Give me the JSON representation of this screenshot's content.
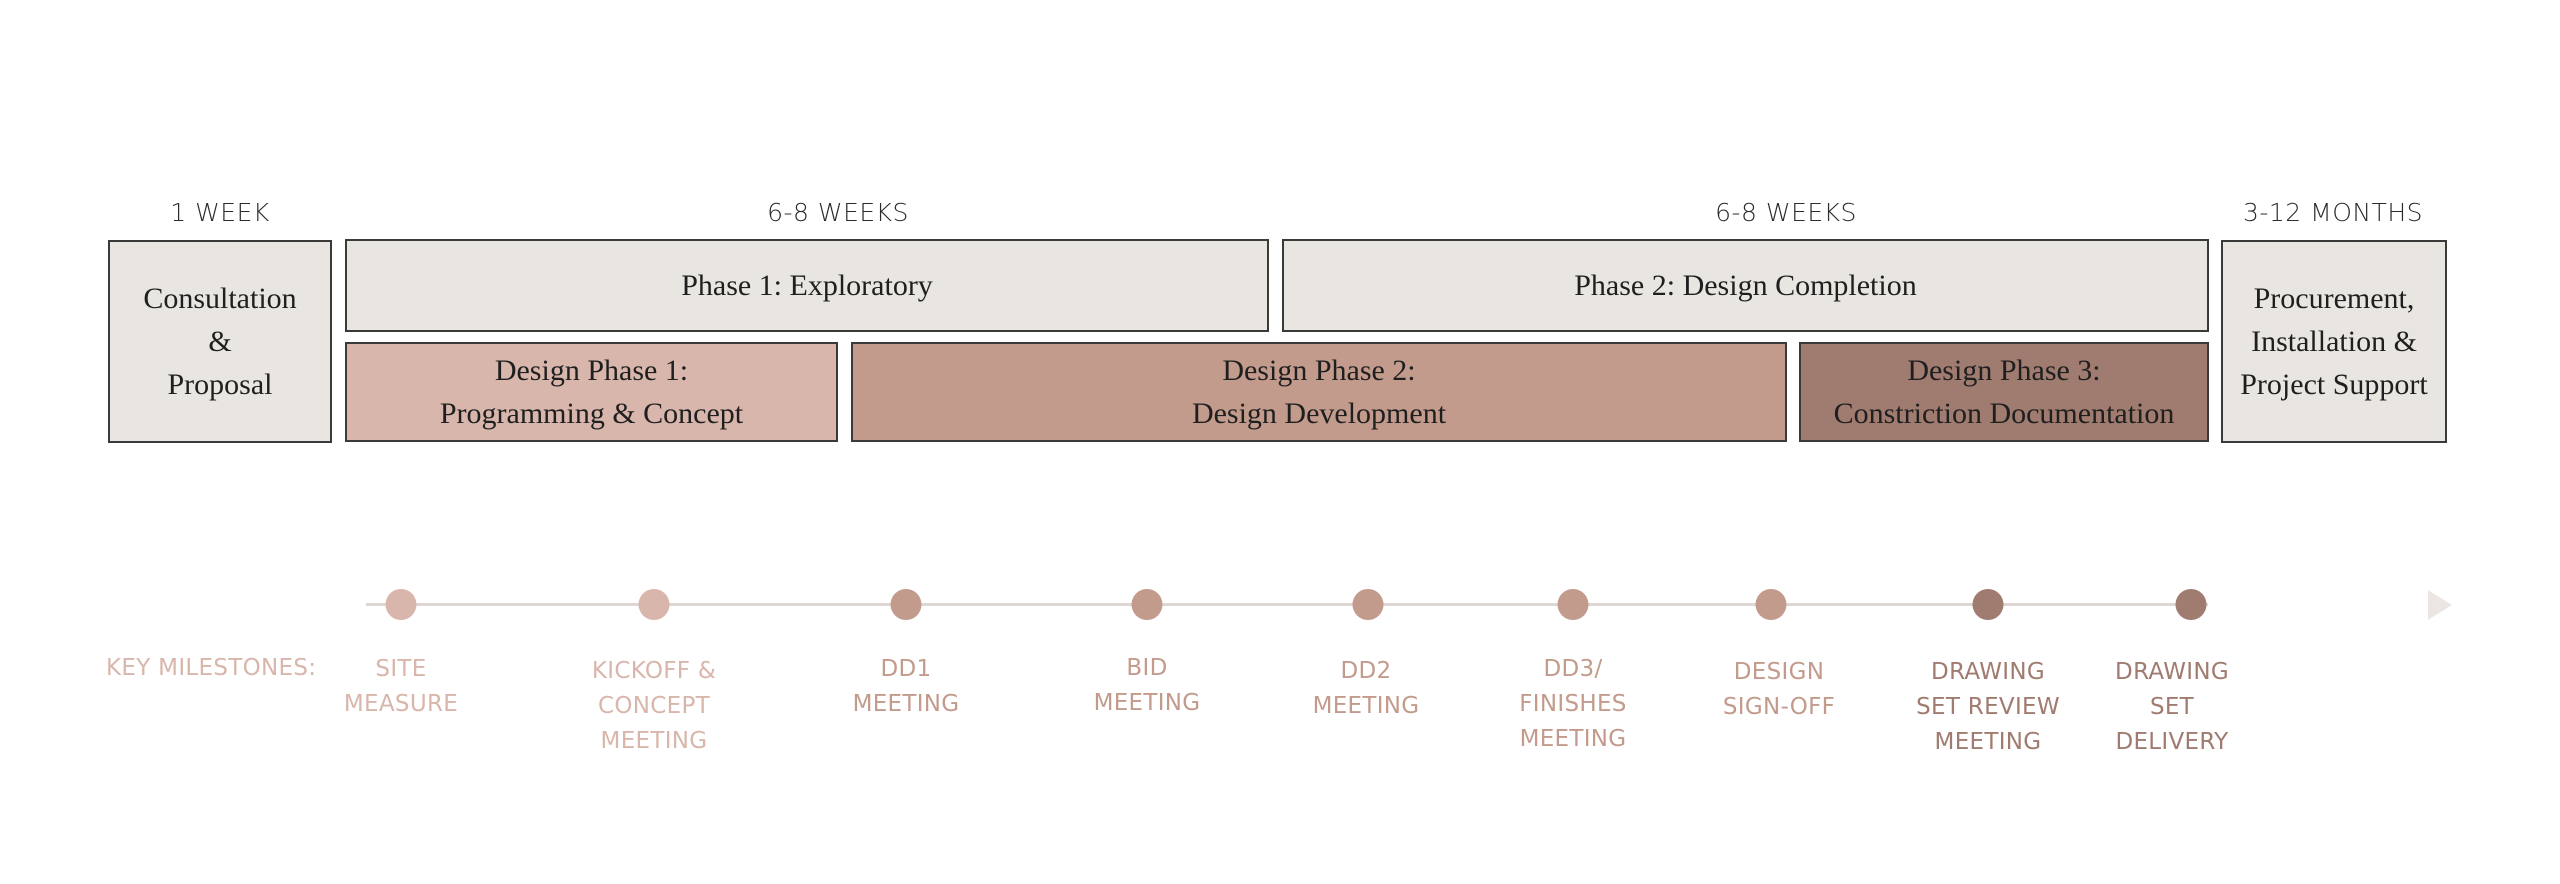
{
  "durations": {
    "consultation": "1 WEEK",
    "phase1": "6-8 WEEKS",
    "phase2": "6-8 WEEKS",
    "procurement": "3-12 MONTHS"
  },
  "boxes": {
    "consultation": "Consultation\n&\nProposal",
    "phase1": "Phase 1: Exploratory",
    "phase2": "Phase 2: Design Completion",
    "design_phase_1": "Design Phase 1:\nProgramming & Concept",
    "design_phase_2": "Design Phase 2:\nDesign Development",
    "design_phase_3": "Design Phase 3:\nConstriction Documentation",
    "procurement": "Procurement,\nInstallation &\nProject Support"
  },
  "colors": {
    "neutral_box": "#e9e6e1",
    "design_phase_1": "#d8b6ab",
    "design_phase_2": "#c29b8c",
    "design_phase_3": "#a07b6f",
    "milestone_light": "#d8b6ab",
    "milestone_mid": "#c29b8c",
    "milestone_dark": "#a07b6f"
  },
  "milestones_label": "KEY MILESTONES:",
  "milestones": [
    {
      "label": "SITE\nMEASURE",
      "color": "#d8b6ab"
    },
    {
      "label": "KICKOFF &\nCONCEPT\nMEETING",
      "color": "#d8b6ab"
    },
    {
      "label": "DD1\nMEETING",
      "color": "#c29b8c"
    },
    {
      "label": "BID\nMEETING",
      "color": "#c29b8c"
    },
    {
      "label": "DD2\nMEETING",
      "color": "#c29b8c"
    },
    {
      "label": "DD3/\nFINISHES\nMEETING",
      "color": "#c29b8c"
    },
    {
      "label": "DESIGN\nSIGN-OFF",
      "color": "#c29b8c"
    },
    {
      "label": "DRAWING\nSET REVIEW\nMEETING",
      "color": "#a07b6f"
    },
    {
      "label": "DRAWING\nSET\nDELIVERY",
      "color": "#a07b6f"
    }
  ]
}
